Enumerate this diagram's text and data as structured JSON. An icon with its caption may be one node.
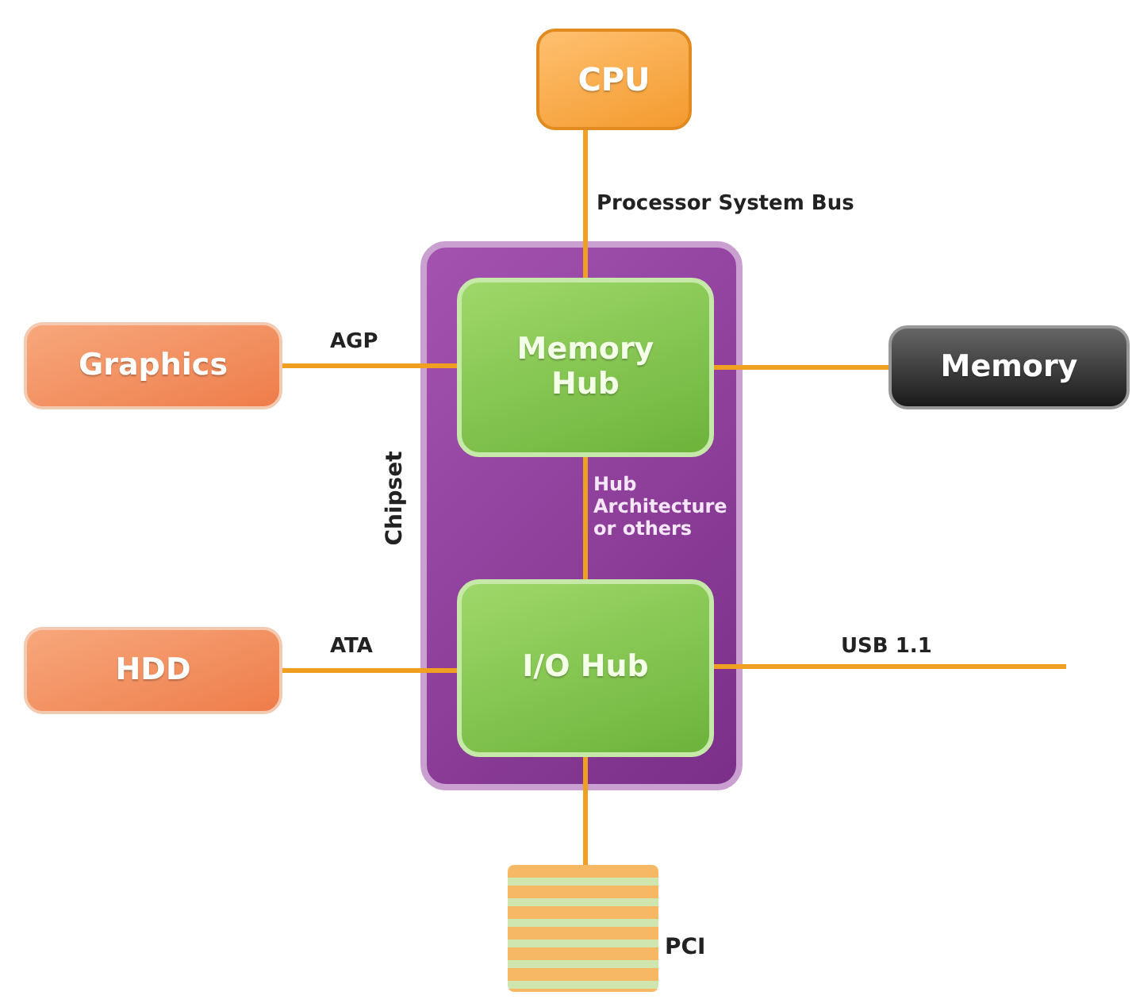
{
  "diagram": {
    "nodes": [
      {
        "text": [
          "CPU"
        ]
      },
      {
        "text": [
          "Chipset"
        ]
      },
      {
        "text": [
          "Graphics"
        ]
      },
      {
        "text": [
          "Memory Hub"
        ],
        "in": 1
      },
      {
        "text": [
          "Memory"
        ]
      },
      {
        "text": [
          "HDD"
        ]
      },
      {
        "text": [
          "I/O Hub"
        ],
        "in": 1
      },
      {
        "text": [],
        "shape": "bar",
        "beside": [
          "PCI"
        ]
      }
    ],
    "edges": [
      {
        "from": 0,
        "to": 3,
        "arrow": "none",
        "label": "Processor System Bus"
      },
      {
        "from": 2,
        "to": 3,
        "arrow": "none",
        "label": "AGP"
      },
      {
        "from": 3,
        "to": 4,
        "arrow": "none"
      },
      {
        "from": 3,
        "to": 6,
        "arrow": "none",
        "label": "Hub Architecture or others"
      },
      {
        "from": 5,
        "to": 6,
        "arrow": "none",
        "label": "ATA"
      },
      {
        "from": 6,
        "to": null,
        "arrow": "none",
        "label": "USB 1.1"
      },
      {
        "from": 6,
        "to": 7,
        "arrow": "none"
      }
    ]
  }
}
